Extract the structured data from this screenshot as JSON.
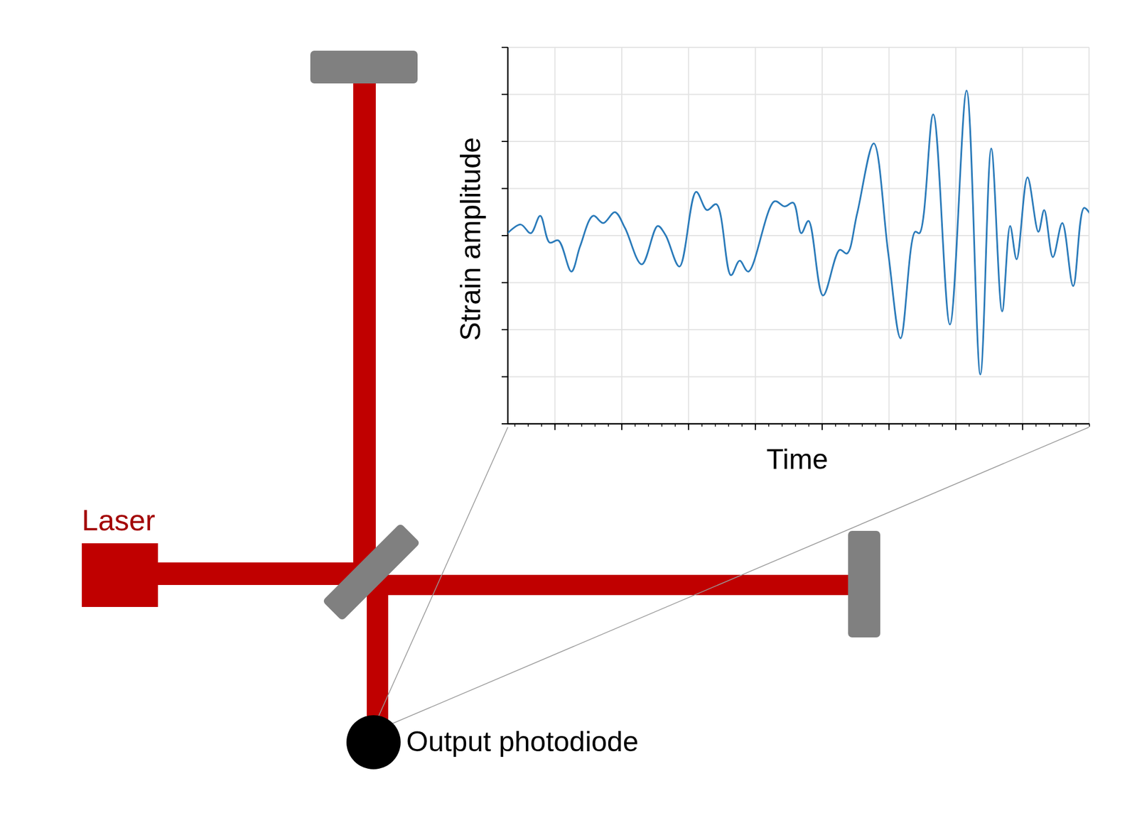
{
  "diagram": {
    "nodes": [
      {
        "text": [
          "Laser"
        ]
      },
      {
        "text": [
          "Output photodiode"
        ]
      }
    ],
    "labels": [
      "Strain amplitude",
      "Time"
    ]
  }
}
